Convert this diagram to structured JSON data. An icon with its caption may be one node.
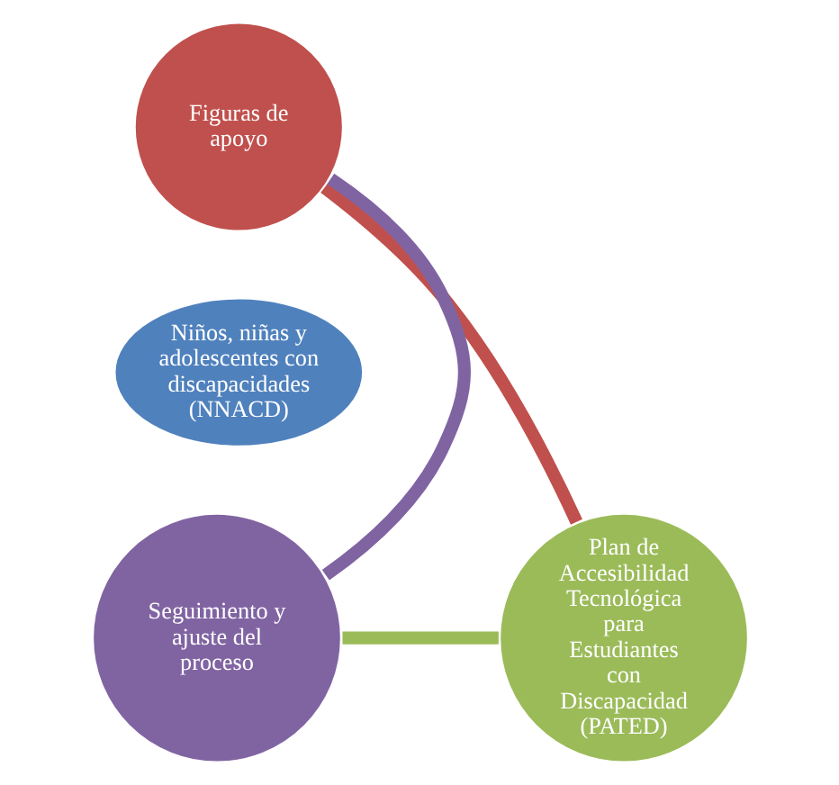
{
  "diagram": {
    "nodes": [
      {
        "text": [
          "Figuras de apoyo"
        ]
      },
      {
        "text": [
          "Niños, niñas y adolescentes con discapacidades (NNACD)"
        ]
      },
      {
        "text": [
          "Seguimiento y ajuste del proceso"
        ]
      },
      {
        "text": [
          "Plan de Accesibilidad Tecnológica para Estudiantes con Discapacidad (PATED)"
        ]
      }
    ],
    "edges": [
      {
        "from": 0,
        "to": 3,
        "arrow": "none",
        "color": "#c0504d"
      },
      {
        "from": 3,
        "to": 2,
        "arrow": "none",
        "color": "#9bbb59"
      },
      {
        "from": 2,
        "to": 0,
        "arrow": "none",
        "color": "#8064a2"
      }
    ]
  }
}
